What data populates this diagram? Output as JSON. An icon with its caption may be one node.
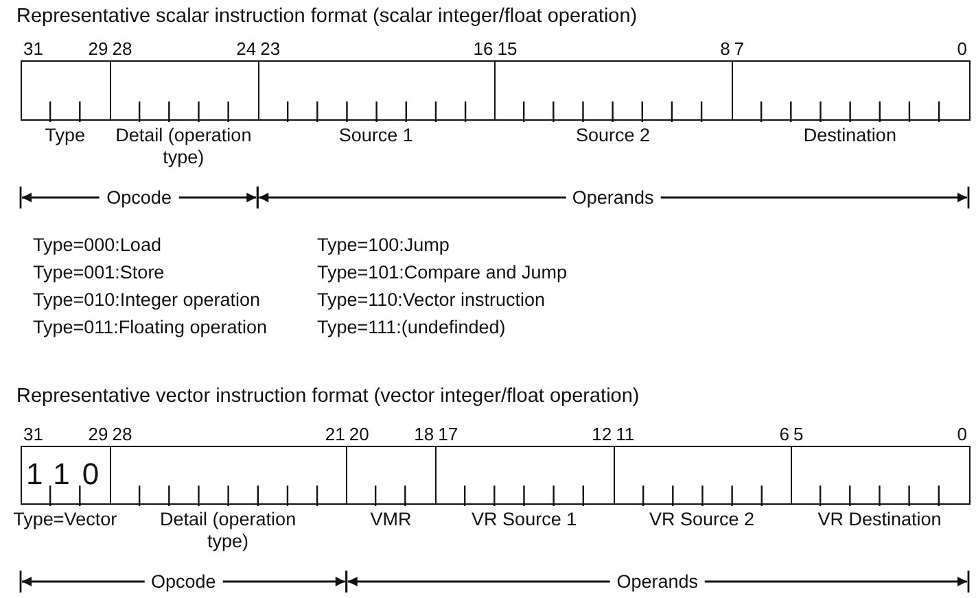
{
  "diagram": {
    "nodes": [
      {
        "text": [
          "Type"
        ],
        "beside": [
          "31",
          "29"
        ]
      },
      {
        "text": [
          "Detail (operation type)"
        ],
        "beside": [
          "28",
          "24"
        ]
      },
      {
        "text": [
          "Source 1"
        ],
        "beside": [
          "23",
          "16"
        ]
      },
      {
        "text": [
          "Source 2"
        ],
        "beside": [
          "15",
          "8"
        ]
      },
      {
        "text": [
          "Destination"
        ],
        "beside": [
          "7",
          "0"
        ]
      },
      {
        "text": [
          "110",
          "Type=Vector"
        ],
        "beside": [
          "31",
          "29"
        ]
      },
      {
        "text": [
          "Detail (operation type)"
        ],
        "beside": [
          "28",
          "21"
        ]
      },
      {
        "text": [
          "VMR"
        ],
        "beside": [
          "20",
          "18"
        ]
      },
      {
        "text": [
          "VR Source 1"
        ],
        "beside": [
          "17",
          "12"
        ]
      },
      {
        "text": [
          "VR Source 2"
        ],
        "beside": [
          "11",
          "6"
        ]
      },
      {
        "text": [
          "VR Destination"
        ],
        "beside": [
          "5",
          "0"
        ]
      }
    ],
    "edges": [],
    "labels": [
      "Representative scalar instruction format (scalar integer/float operation)",
      "Opcode",
      "Operands",
      "Type=000:Load",
      "Type=100:Jump",
      "Type=001:Store",
      "Type=101:Compare and Jump",
      "Type=010:Integer operation",
      "Type=110:Vector instruction",
      "Type=011:Floating operation",
      "Type=111:(undefinded)",
      "Representative vector instruction format (vector integer/float operation)",
      "Opcode",
      "Operands"
    ]
  }
}
